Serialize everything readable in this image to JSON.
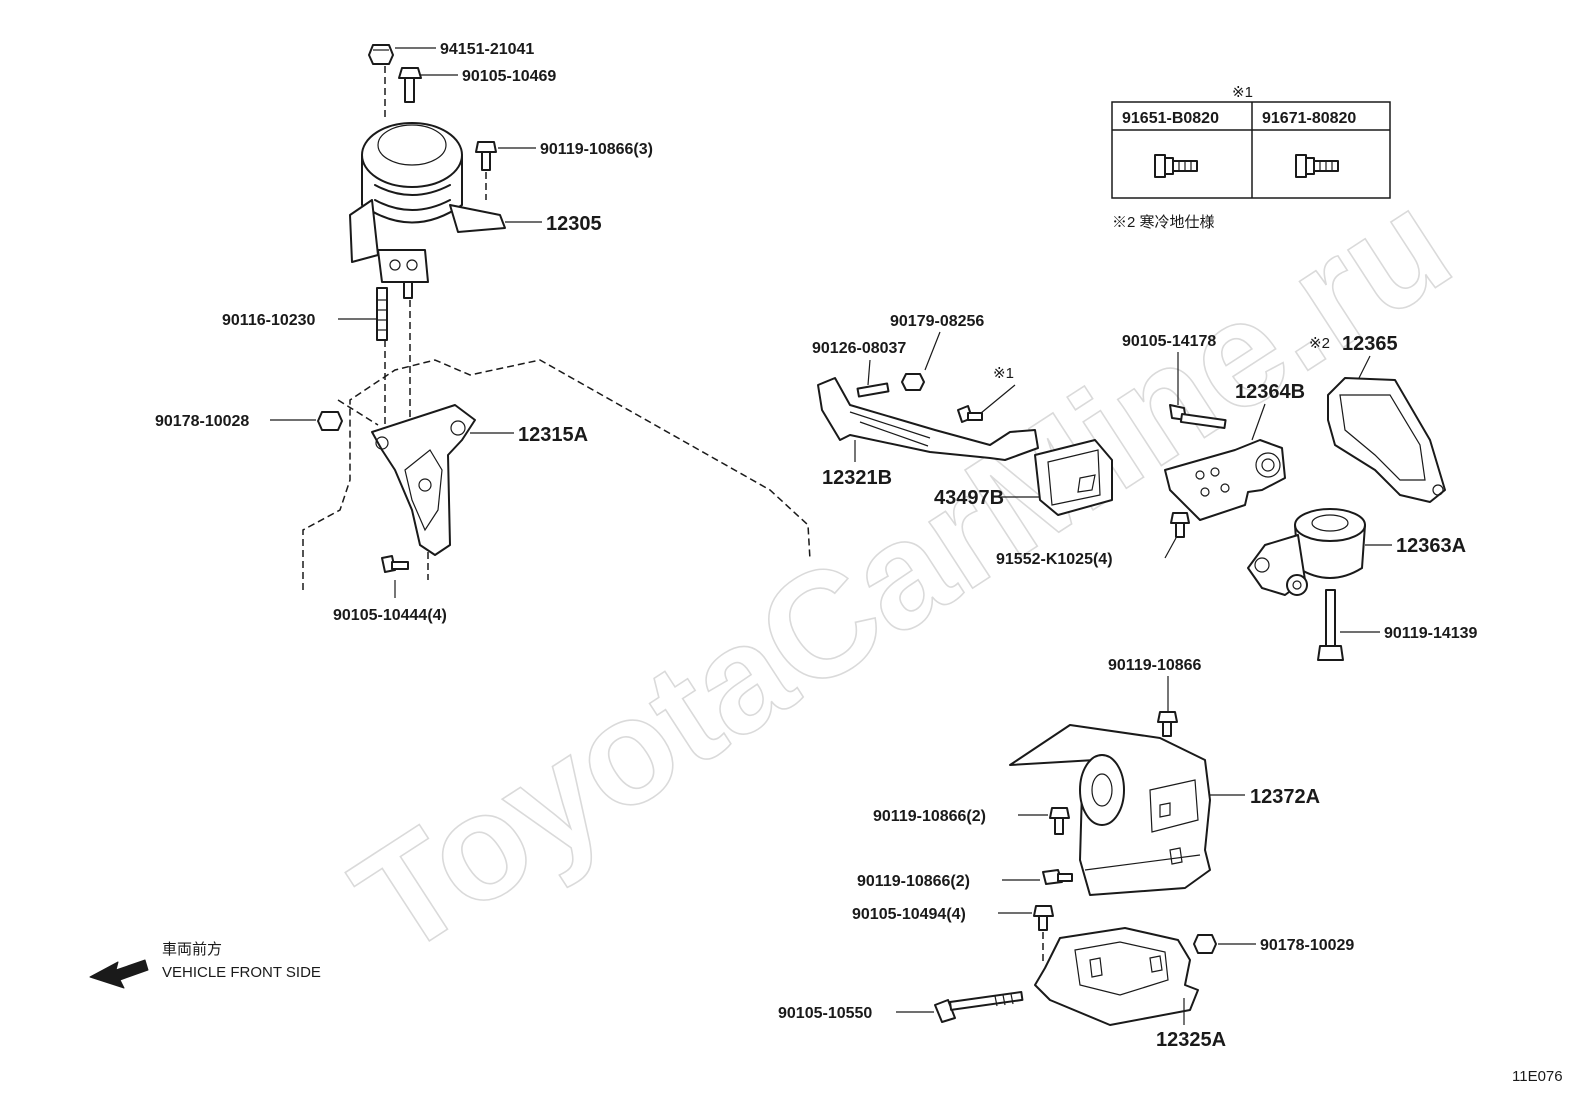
{
  "watermark": "ToyotaCarMine.ru",
  "table": {
    "marker": "※1",
    "col1": "91651-B0820",
    "col2": "91671-80820",
    "note": "※2 寒冷地仕様"
  },
  "labels": {
    "p94151": "94151-21041",
    "p90105_10469": "90105-10469",
    "p90119_10866_3": "90119-10866(3)",
    "p12305": "12305",
    "p90116": "90116-10230",
    "p90178_10028": "90178-10028",
    "p12315A": "12315A",
    "p90105_10444": "90105-10444(4)",
    "p90179": "90179-08256",
    "p90126": "90126-08037",
    "p_mark1": "※1",
    "p12321B": "12321B",
    "p43497B": "43497B",
    "p90105_14178": "90105-14178",
    "p12364B": "12364B",
    "p_mark2": "※2",
    "p12365": "12365",
    "p91552": "91552-K1025(4)",
    "p12363A": "12363A",
    "p90119_14139": "90119-14139",
    "p90119_10866": "90119-10866",
    "p12372A": "12372A",
    "p90119_10866_2a": "90119-10866(2)",
    "p90119_10866_2b": "90119-10866(2)",
    "p90105_10494": "90105-10494(4)",
    "p90178_10029": "90178-10029",
    "p90105_10550": "90105-10550",
    "p12325A": "12325A"
  },
  "direction": {
    "jp": "車両前方",
    "en": "VEHICLE FRONT SIDE",
    "icon": "arrow-left-icon"
  },
  "figure_code": "11E076"
}
